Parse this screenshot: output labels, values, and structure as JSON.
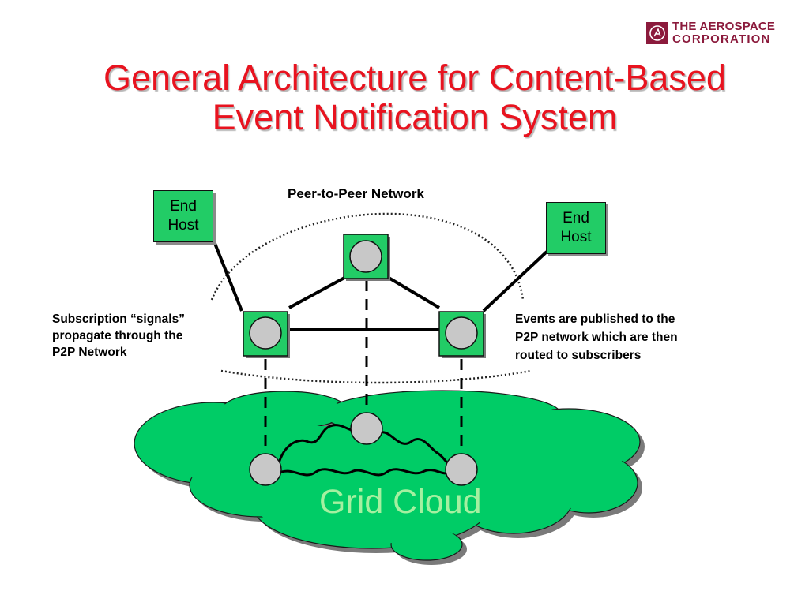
{
  "logo": {
    "line1": "THE AEROSPACE",
    "line2": "CORPORATION"
  },
  "title": {
    "line1": "General Architecture for Content-Based",
    "line2": "Event Notification System"
  },
  "diagram": {
    "p2p_label": "Peer-to-Peer Network",
    "end_host_left": {
      "line1": "End",
      "line2": "Host"
    },
    "end_host_right": {
      "line1": "End",
      "line2": "Host"
    },
    "subscription_note": {
      "line1": "Subscription “signals”",
      "line2": "propagate through the",
      "line3": "P2P Network"
    },
    "events_note": {
      "line1": "Events are published to the",
      "line2": "P2P network which are then",
      "line3": "routed to subscribers"
    },
    "cloud_label": "Grid Cloud"
  },
  "colors": {
    "title": "#e8131f",
    "node_fill": "#22cc66",
    "cloud_fill": "#00cc66",
    "cloud_text": "#a5f0a0",
    "logo": "#8b1a3c"
  }
}
